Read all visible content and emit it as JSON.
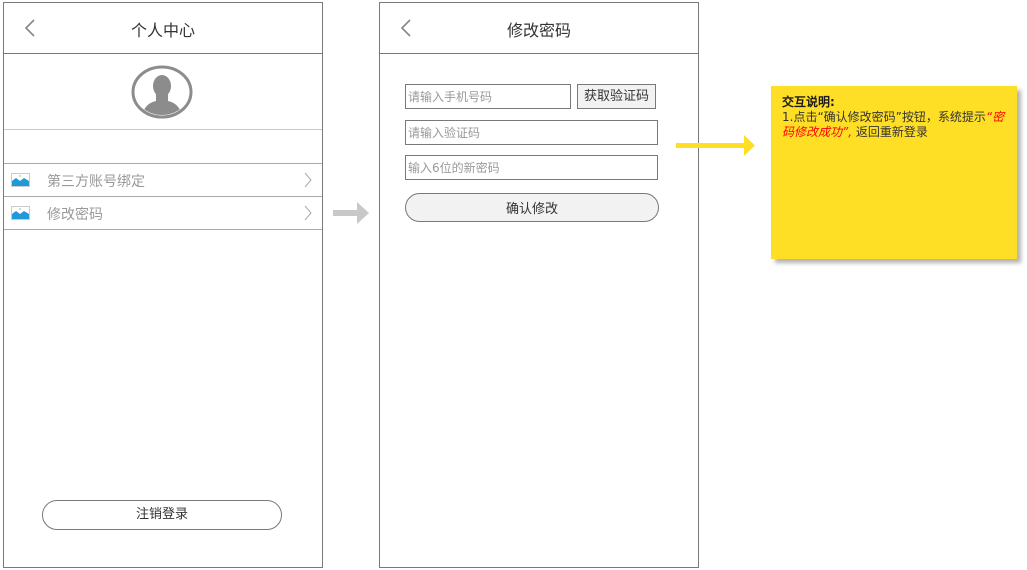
{
  "screen1": {
    "title": "个人中心",
    "back_icon": "chevron-left-icon",
    "avatar_icon": "user-avatar-icon",
    "menu": [
      {
        "label": "第三方账号绑定",
        "icon": "image-icon",
        "chevron": "chevron-right-icon"
      },
      {
        "label": "修改密码",
        "icon": "image-icon",
        "chevron": "chevron-right-icon"
      }
    ],
    "logout_label": "注销登录"
  },
  "flow_arrow_icon": "arrow-right-icon",
  "screen2": {
    "title": "修改密码",
    "back_icon": "chevron-left-icon",
    "phone_placeholder": "请输入手机号码",
    "get_code_label": "获取验证码",
    "code_placeholder": "请输入验证码",
    "new_password_placeholder": "输入6位的新密码",
    "confirm_label": "确认修改"
  },
  "note": {
    "title": "交互说明:",
    "line1_prefix": "1.点击“确认修改密码”按钮，系统提示",
    "highlight": "“密码修改成功”,",
    "line_suffix": " 返回重新登录",
    "background": "#ffdf25",
    "highlight_color": "#ff0000"
  }
}
